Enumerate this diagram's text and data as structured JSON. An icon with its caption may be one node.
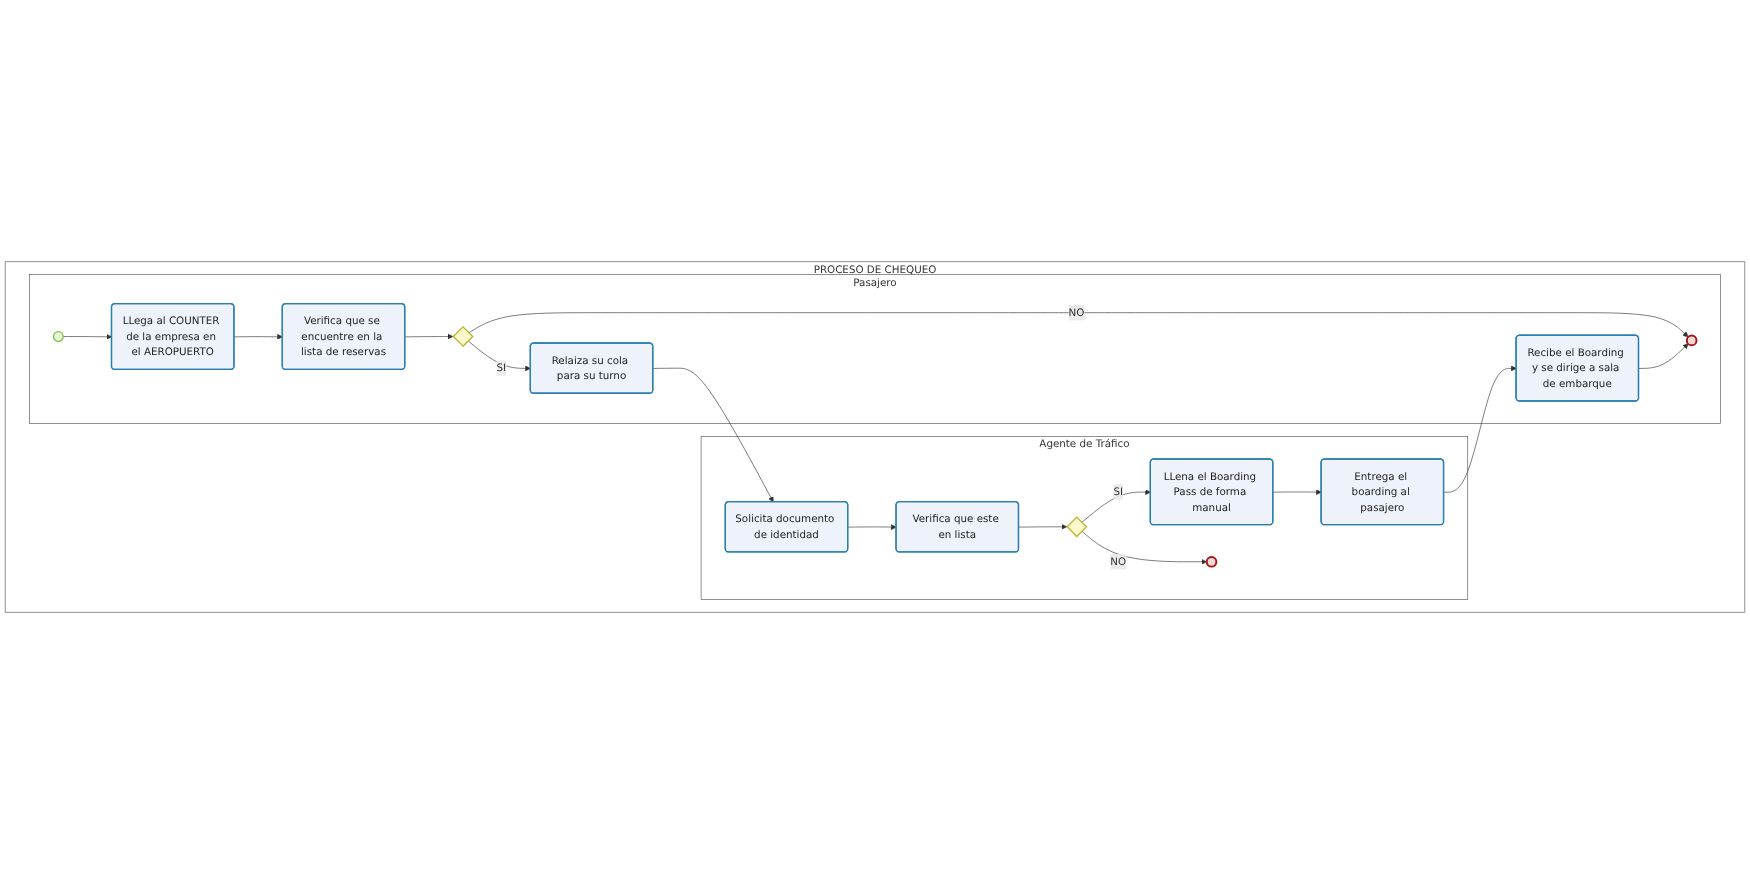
{
  "diagram": {
    "nodes": [
      {
        "text": [
          "PROCESO DE CHEQUEO"
        ]
      },
      {
        "text": [
          "Pasajero"
        ],
        "in": 0
      },
      {
        "text": [],
        "shape": "circle",
        "in": 1
      },
      {
        "text": [
          "LLega al COUNTER de la empresa en el AEROPUERTO"
        ],
        "in": 1
      },
      {
        "text": [
          "Verifica que se encuentre en la lista de reservas"
        ],
        "in": 1
      },
      {
        "text": [],
        "shape": "diamond",
        "in": 1
      },
      {
        "text": [],
        "shape": "circle",
        "in": 1
      },
      {
        "text": [
          "Recibe el Boarding y se dirige a sala de embarque"
        ],
        "in": 1
      },
      {
        "text": [
          "Relaiza su cola para su turno"
        ],
        "in": 1
      },
      {
        "text": [
          "Agente de Tráfico"
        ],
        "in": 0
      },
      {
        "text": [
          "Solicita documento de identidad"
        ],
        "in": 9
      },
      {
        "text": [
          "Verifica que este en lista"
        ],
        "in": 9
      },
      {
        "text": [],
        "shape": "diamond",
        "in": 9
      },
      {
        "text": [],
        "shape": "circle",
        "in": 9
      },
      {
        "text": [
          "LLena el Boarding Pass de forma manual"
        ],
        "in": 9
      },
      {
        "text": [
          "Entrega el boarding al pasajero"
        ],
        "in": 9
      }
    ],
    "edges": [
      {
        "from": 2,
        "to": 3,
        "arrow": "to"
      },
      {
        "from": 3,
        "to": 4,
        "arrow": "to"
      },
      {
        "from": 4,
        "to": 5,
        "arrow": "to"
      },
      {
        "from": 5,
        "to": 6,
        "label": "NO",
        "arrow": "to"
      },
      {
        "from": 5,
        "to": 8,
        "label": "SI",
        "arrow": "to"
      },
      {
        "from": 8,
        "to": 10,
        "arrow": "to"
      },
      {
        "from": 10,
        "to": 11,
        "arrow": "to"
      },
      {
        "from": 11,
        "to": 12,
        "arrow": "to"
      },
      {
        "from": 12,
        "to": 14,
        "label": "SI",
        "arrow": "to"
      },
      {
        "from": 12,
        "to": 13,
        "label": "NO",
        "arrow": "to"
      },
      {
        "from": 14,
        "to": 15,
        "arrow": "to"
      },
      {
        "from": 15,
        "to": 7,
        "arrow": "to"
      },
      {
        "from": 7,
        "to": 6,
        "arrow": "to"
      }
    ]
  }
}
